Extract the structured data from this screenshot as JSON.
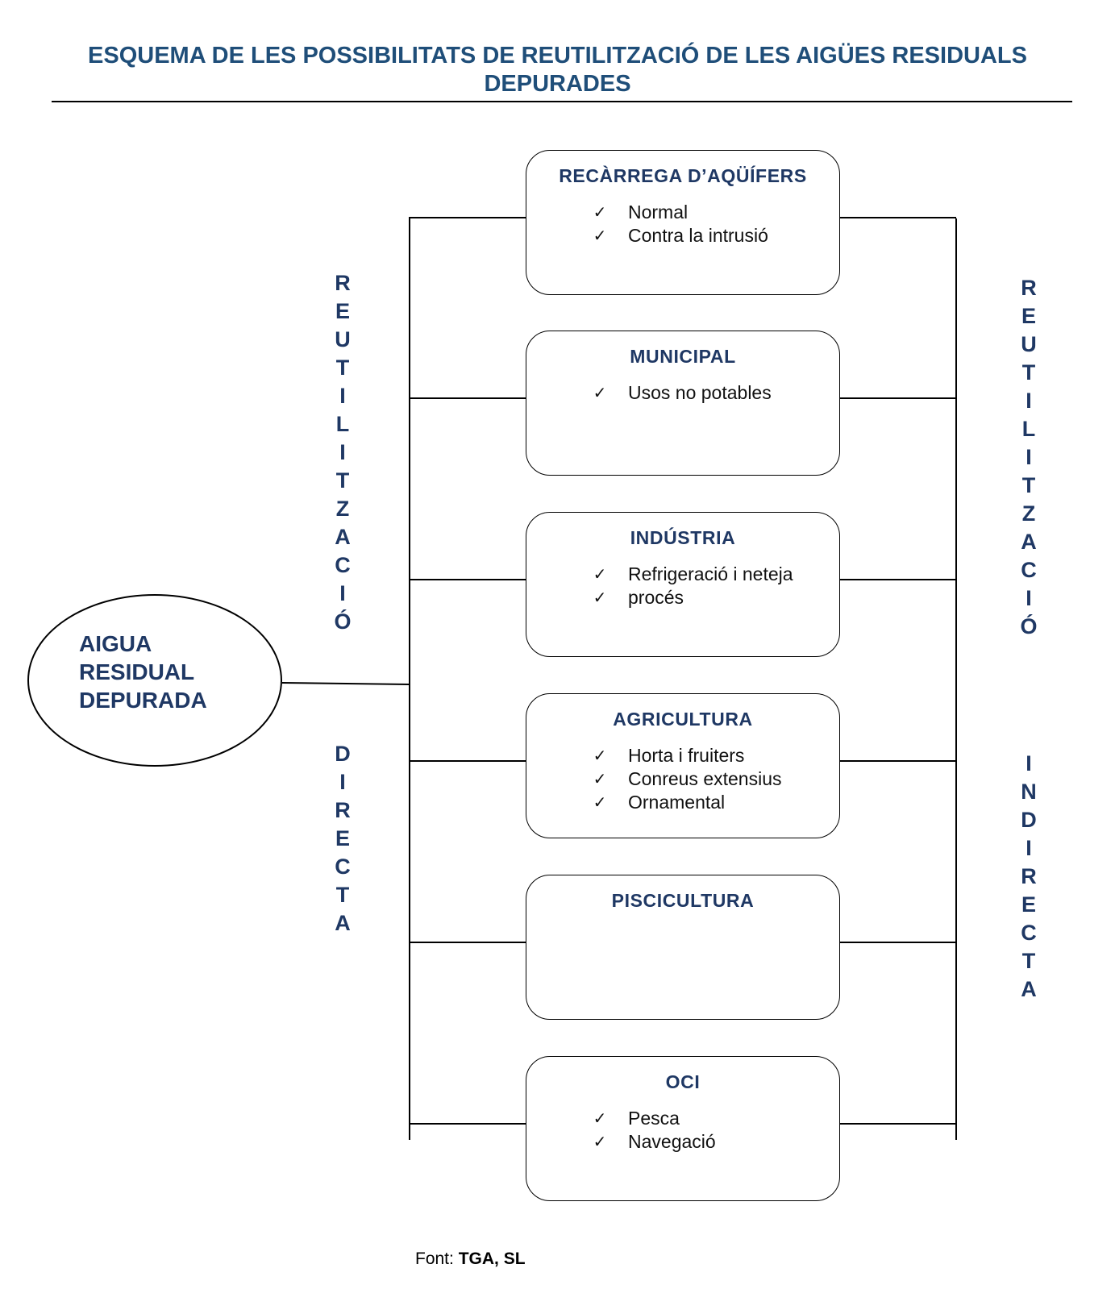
{
  "title_line1": "ESQUEMA DE LES POSSIBILITATS DE REUTILITZACIÓ DE LES AIGÜES RESIDUALS",
  "title_line2": "DEPURADES",
  "source_node": [
    "AIGUA",
    "RESIDUAL",
    "DEPURADA"
  ],
  "left_label_top": [
    "R",
    "E",
    "U",
    "T",
    "I",
    "L",
    "I",
    "T",
    "Z",
    "A",
    "C",
    "I",
    "Ó"
  ],
  "left_label_bottom": [
    "D",
    "I",
    "R",
    "E",
    "C",
    "T",
    "A"
  ],
  "right_label_top": [
    "R",
    "E",
    "U",
    "T",
    "I",
    "L",
    "I",
    "T",
    "Z",
    "A",
    "C",
    "I",
    "Ó"
  ],
  "right_label_bottom": [
    "I",
    "N",
    "D",
    "I",
    "R",
    "E",
    "C",
    "T",
    "A"
  ],
  "check_symbol": "✓",
  "boxes": [
    {
      "title": "RECÀRREGA D’AQÜÍFERS",
      "items": [
        "Normal",
        "Contra la intrusió"
      ]
    },
    {
      "title": "MUNICIPAL",
      "items": [
        "Usos no potables"
      ]
    },
    {
      "title": "INDÚSTRIA",
      "items": [
        "Refrigeració i neteja",
        "procés"
      ]
    },
    {
      "title": "AGRICULTURA",
      "items": [
        "Horta i fruiters",
        "Conreus extensius",
        "Ornamental"
      ]
    },
    {
      "title": "PISCICULTURA",
      "items": []
    },
    {
      "title": "OCI",
      "items": [
        "Pesca",
        "Navegació"
      ]
    }
  ],
  "source_prefix": "Font: ",
  "source_name": "TGA, SL",
  "colors": {
    "title": "#1f4e79",
    "labels": "#1f3864",
    "lines": "#000000"
  }
}
